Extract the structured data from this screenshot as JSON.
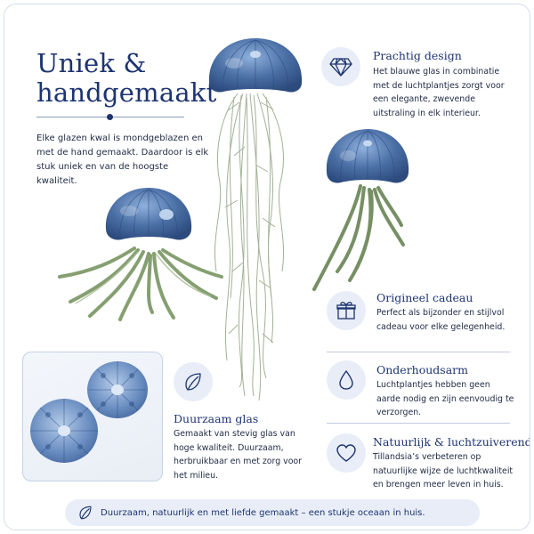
{
  "headline": {
    "line1": "Uniek &",
    "line2": "handgemaakt"
  },
  "intro": "Elke glazen kwal is mondgeblazen en met de hand gemaakt. Daardoor is elk stuk uniek en van de hoogste kwaliteit.",
  "features": [
    {
      "icon": "diamond-icon",
      "title": "Prachtig design",
      "text": "Het blauwe glas in combinatie met de luchtplantjes zorgt voor een elegante, zwevende uitstraling in elk interieur."
    },
    {
      "icon": "gift-icon",
      "title": "Origineel cadeau",
      "text": "Perfect als bijzonder en stijlvol cadeau voor elke gelegenheid."
    },
    {
      "icon": "water-drop-icon",
      "title": "Onderhoudsarm",
      "text": "Luchtplantjes hebben geen aarde nodig en zijn eenvoudig te verzorgen."
    },
    {
      "icon": "leaf-icon",
      "title": "Duurzaam glas",
      "text": "Gemaakt van stevig glas van hoge kwaliteit. Duurzaam, herbruikbaar en met zorg voor het milieu."
    },
    {
      "icon": "heart-icon",
      "title": "Natuurlijk & luchtzuiverend",
      "text": "Tillandsia’s verbeteren op natuurlijke wijze de luchtkwaliteit en brengen meer leven in huis."
    }
  ],
  "bottom_bar": {
    "icon": "leaf-icon",
    "text": "Duurzaam, natuurlijk en met liefde gemaakt – een stukje oceaan in huis."
  },
  "colors": {
    "navy": "#1d3470",
    "glass_blue": "#4a6fa5",
    "icon_bg": "#e8edf7",
    "plant_green": "#7f9a6a"
  }
}
